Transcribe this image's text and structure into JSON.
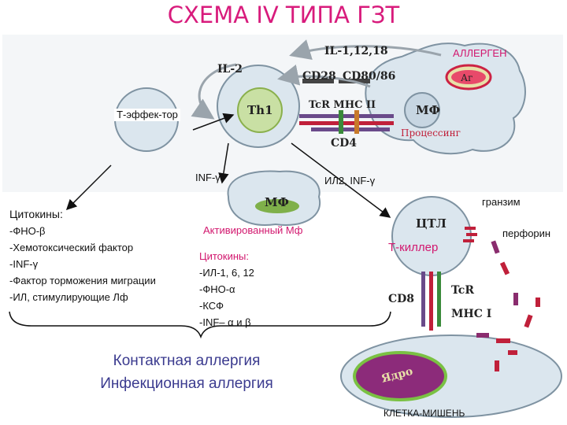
{
  "title": "СХЕМА IV ТИПА ГЗТ",
  "labels": {
    "allergen": "АЛЛЕРГЕН",
    "antigen": "Аг",
    "t_effector": "Т-эффек-тор",
    "il_1_12_18": "IL-1,12,18",
    "il_2": "IL-2",
    "cd28": "CD28",
    "cd80_86": "CD80/86",
    "th1": "Th1",
    "tcr_mhc2": "TcR MHC II",
    "macrophage": "МФ",
    "processing": "Процессинг",
    "cd4": "CD4",
    "ifn_gamma": "INF-γ",
    "il2_ifn_gamma": "ИЛ2, INF-γ",
    "activated_macrophage": "Активированный Мф",
    "granzyme": "гранзим",
    "perforin": "перфорин",
    "ctl": "ЦТЛ",
    "t_killer": "Т-киллер",
    "cd8": "CD8",
    "tcr": "TcR",
    "mhc1": "MHC I",
    "nucleus": "Ядро",
    "target_cell": "КЛЕТКА-МИШЕНЬ"
  },
  "cytokines_left": {
    "heading": "Цитокины:",
    "items": [
      "-ФНО-β",
      "-Хемотоксический фактор",
      "-INF-γ",
      "-Фактор торможения миграции",
      "-ИЛ, стимулирующие Лф"
    ]
  },
  "cytokines_right": {
    "heading": "Цитокины:",
    "items": [
      "-ИЛ-1, 6, 12",
      "-ФНО-α",
      "-КСФ",
      "-INF– α и β"
    ]
  },
  "outcomes": {
    "line1": "Контактная аллергия",
    "line2": "Инфекционная аллергия"
  },
  "colors": {
    "title": "#d81b7c",
    "accent_pink": "#d2176e",
    "outcome_text": "#3b3b8f",
    "cell_fill": "#dbe6ee",
    "membrane": "#7f93a2",
    "granule_red": "#c0203a",
    "granule_purple": "#8a2c6e",
    "nucleus_fill": "#8c2b7a",
    "nucleus_green": "#7ac143"
  }
}
